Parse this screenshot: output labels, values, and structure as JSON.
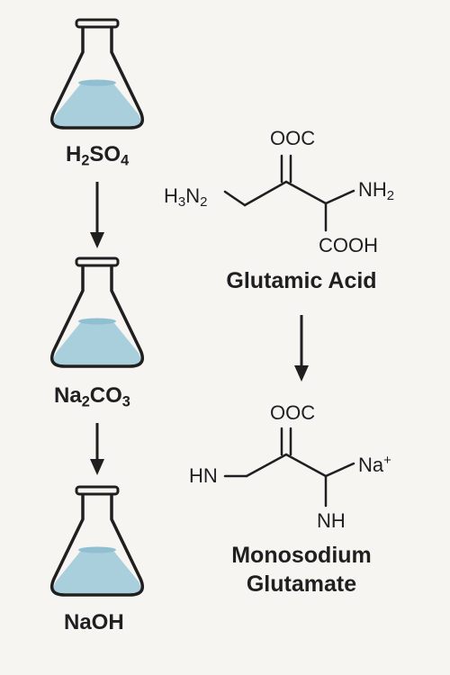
{
  "colors": {
    "background": "#f6f5f2",
    "flask_outline": "#1f1f1f",
    "flask_glass": "#e8f1f4",
    "liquid": "#a9cfdc",
    "liquid_surface": "#8fbfd0",
    "ink": "#1f1f1f"
  },
  "left_column": {
    "flasks": [
      {
        "icon": "erlenmeyer-flask-icon",
        "formula": {
          "a": "H",
          "s1": "2",
          "b": "SO",
          "s2": "4"
        }
      },
      {
        "icon": "erlenmeyer-flask-icon",
        "formula": {
          "a": "Na",
          "s1": "2",
          "b": "CO",
          "s2": "3"
        }
      },
      {
        "icon": "erlenmeyer-flask-icon",
        "formula": {
          "text": "NaOH"
        }
      }
    ]
  },
  "right_column": {
    "glutamic_acid": {
      "top_group": "OOC",
      "left_group": {
        "a": "H",
        "s1": "3",
        "b": "N",
        "s2": "2"
      },
      "right_group": {
        "a": "NH",
        "s1": "2"
      },
      "bottom_group": "COOH",
      "name": "Glutamic Acid"
    },
    "monosodium_glutamate": {
      "top_group": "OOC",
      "left_group": "HN",
      "right_group": {
        "a": "Na",
        "sup": "+"
      },
      "bottom_group": "NH",
      "name_line1": "Monosodium",
      "name_line2": "Glutamate"
    }
  }
}
